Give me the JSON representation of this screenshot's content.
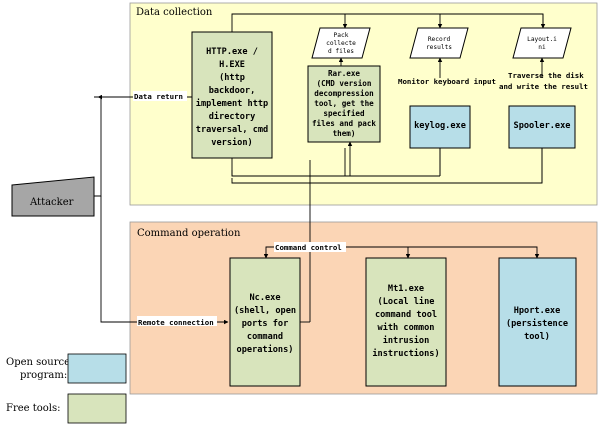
{
  "sections": {
    "data_collection": "Data collection",
    "command_operation": "Command operation"
  },
  "nodes": {
    "attacker": "Attacker",
    "http_exe": [
      "HTTP.exe /",
      "H.EXE",
      "(http",
      "backdoor,",
      "implement http",
      "directory",
      "traversal, cmd",
      "version)"
    ],
    "rar_exe": [
      "Rar.exe",
      "(CMD version",
      "decompression",
      "tool, get the",
      "specified",
      "files and pack",
      "them)"
    ],
    "pack_files": [
      "Pack",
      "collecte",
      "d files"
    ],
    "record_results": [
      "Record",
      "results"
    ],
    "layout_ini": [
      "Layout.i",
      "ni"
    ],
    "keylog_exe": "keylog.exe",
    "spooler_exe": "Spooler.exe",
    "nc_exe": [
      "Nc.exe",
      "(shell, open",
      "ports for",
      "command",
      "operations)"
    ],
    "mt1_exe": [
      "Mt1.exe",
      "(Local line",
      "command tool",
      "with common",
      "intrusion",
      "instructions)"
    ],
    "hport_exe": [
      "Hport.exe",
      "(persistence",
      "tool)"
    ]
  },
  "labels": {
    "data_return": "Data return",
    "remote_connection": "Remote connection",
    "command_control": "Command control",
    "monitor_keyboard": "Monitor keyboard input",
    "traverse_disk": [
      "Traverse the disk",
      "and write the result"
    ]
  },
  "legend": {
    "open_source_line1": "Open source",
    "open_source_line2": "program:",
    "free_tools": "Free tools:"
  },
  "colors": {
    "data_collection_bg": "#FFFFCC",
    "command_operation_bg": "#FBD5B5",
    "free_tool": "#D8E4BC",
    "open_source": "#B7DEE8",
    "attacker": "#A6A6A6"
  }
}
